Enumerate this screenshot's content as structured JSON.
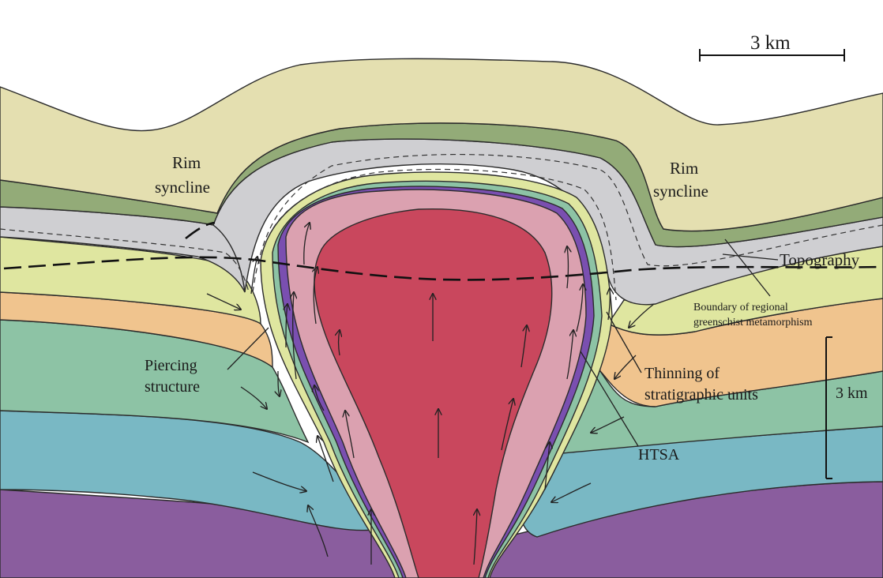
{
  "labels": {
    "rim_left_1": "Rim",
    "rim_left_2": "syncline",
    "rim_right_1": "Rim",
    "rim_right_2": "syncline",
    "topography": "Topography",
    "boundary_1": "Boundary of regional",
    "boundary_2": "greenschist metamorphism",
    "piercing_1": "Piercing",
    "piercing_2": "structure",
    "thinning_1": "Thinning of",
    "thinning_2": "stratigraphic units",
    "htsa": "HTSA",
    "scale_horizontal": "3 km",
    "scale_vertical": "3 km"
  },
  "colors": {
    "top_layer": "#e4dfb0",
    "green_band": "#93ab78",
    "gray_band": "#cfcfd2",
    "light_green": "#dfe6a0",
    "orange": "#f0c48e",
    "teal_green": "#8dc3a5",
    "blue": "#79b8c4",
    "purple": "#8a5d9e",
    "pink": "#dba1b0",
    "core_red": "#c9475d",
    "thin_purple": "#7a4fb0"
  }
}
